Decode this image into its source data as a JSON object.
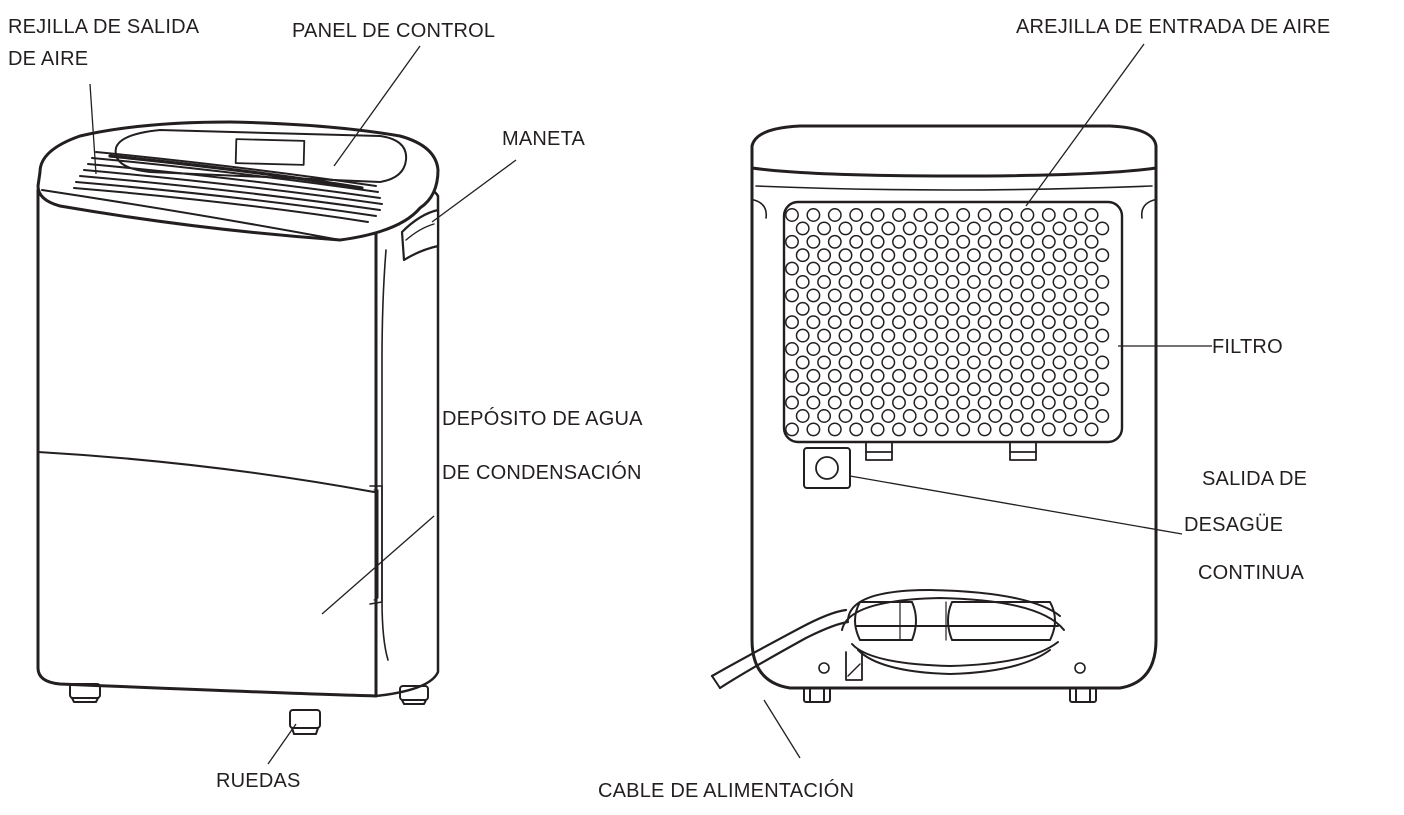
{
  "diagram": {
    "labels": {
      "air_outlet_grille_line1": "REJILLA DE SALIDA",
      "air_outlet_grille_line2": "DE AIRE",
      "control_panel": "PANEL DE CONTROL",
      "handle": "MANETA",
      "water_tank_line1": "DEPÓSITO DE AGUA",
      "water_tank_line2": "DE CONDENSACIÓN",
      "wheels": "RUEDAS",
      "air_inlet_grille": "AREJILLA DE ENTRADA DE AIRE",
      "filter": "FILTRO",
      "drain_outlet_line1": "SALIDA DE",
      "drain_outlet_line2": "DESAGÜE",
      "drain_outlet_line3": "CONTINUA",
      "power_cable": "CABLE DE ALIMENTACIÓN"
    },
    "colors": {
      "ink": "#231f20",
      "background": "#ffffff"
    }
  }
}
